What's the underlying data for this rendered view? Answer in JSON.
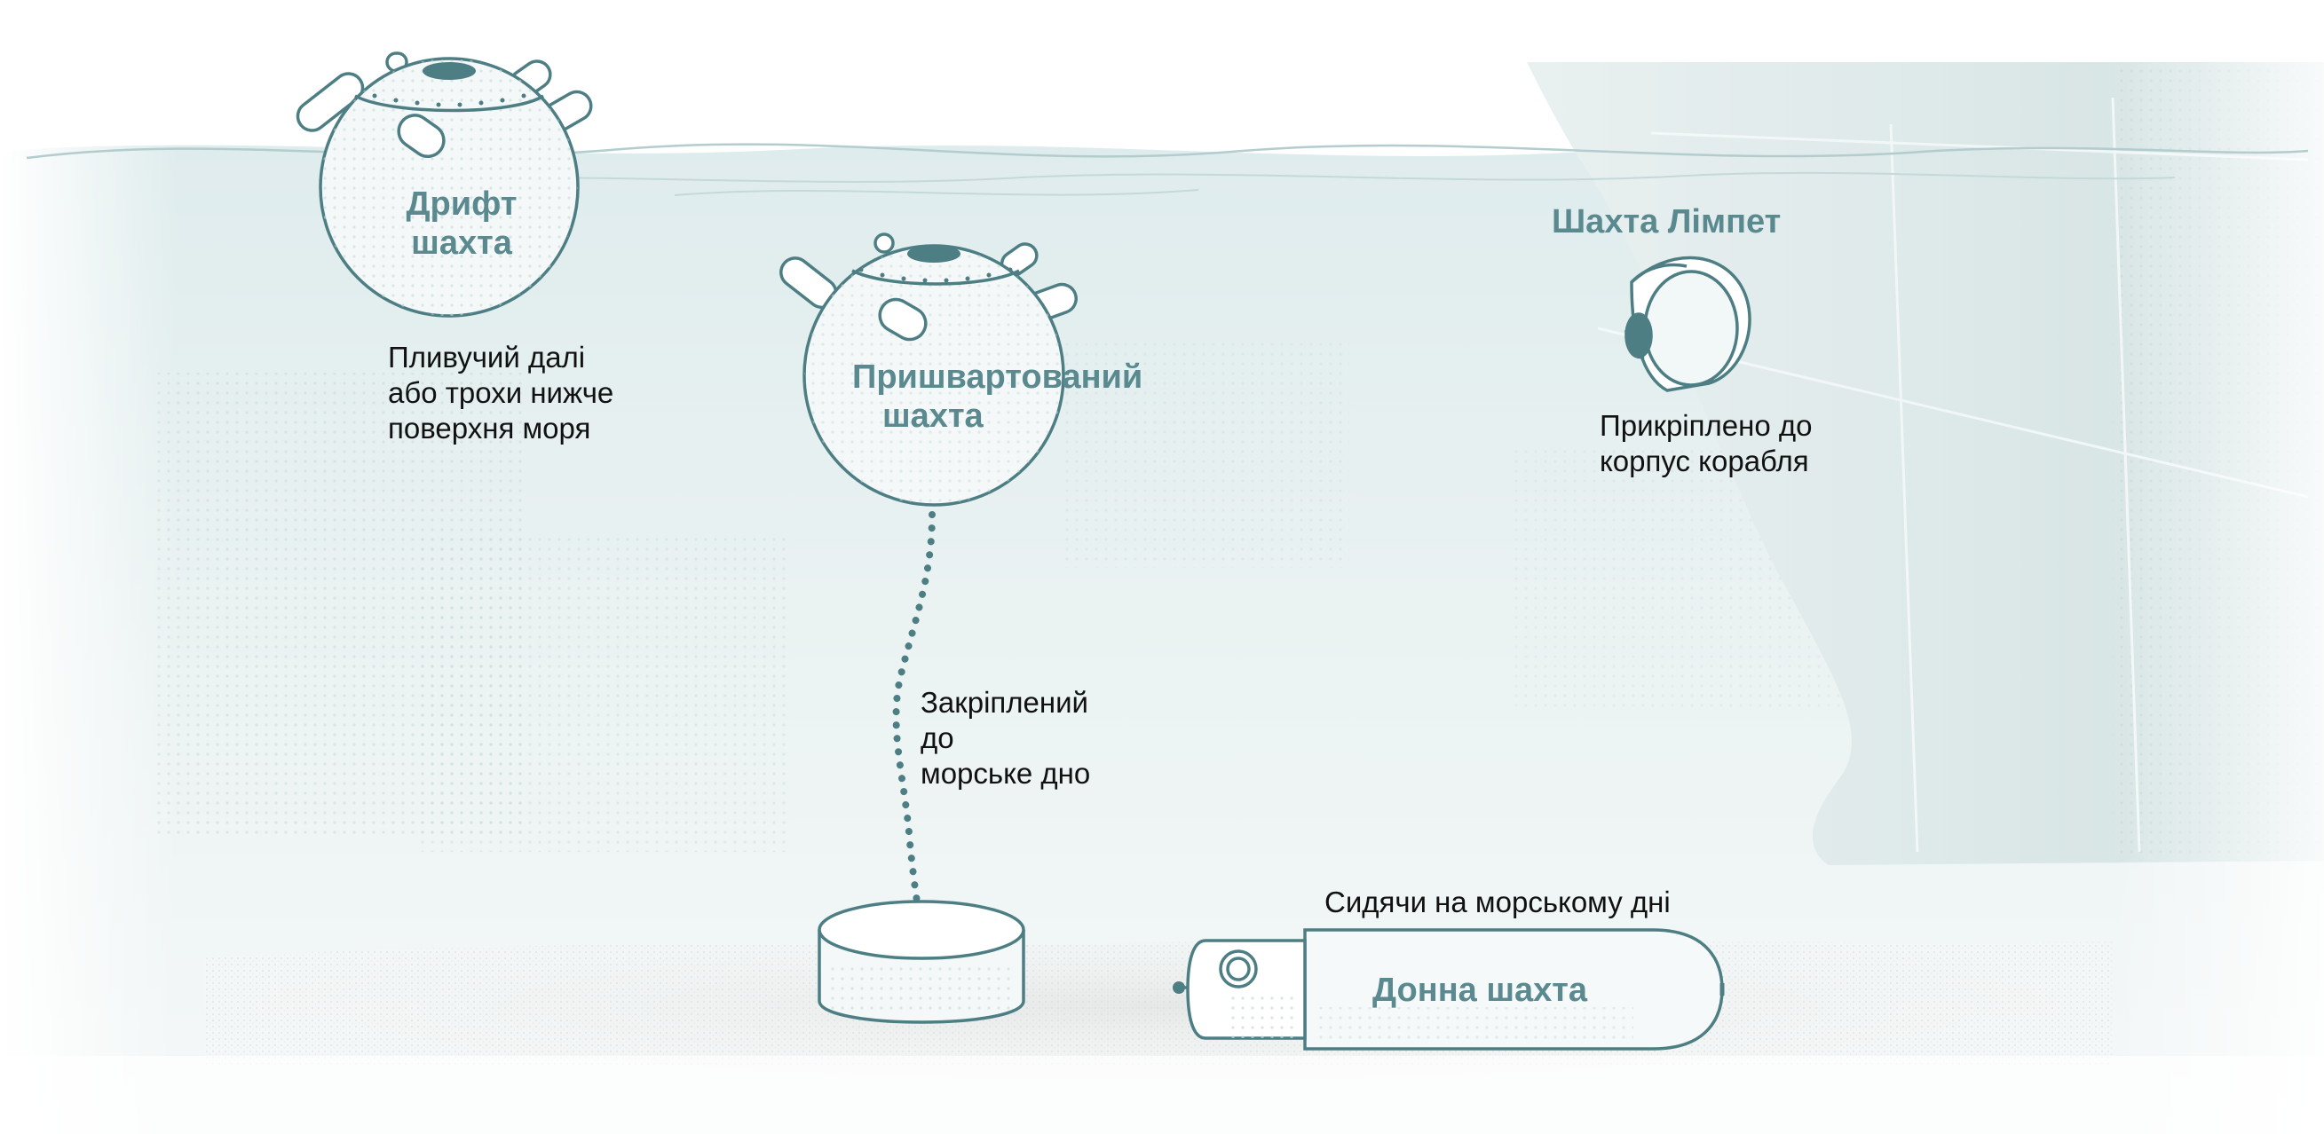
{
  "colors": {
    "accent": "#5a8a8f",
    "stroke": "#4d7e84",
    "water_top": "#e3eeee",
    "water_bottom": "#f3f7f7",
    "hull": "#dbe7e7",
    "seabed": "#eaecec",
    "text": "#111111"
  },
  "drift_mine": {
    "title_lines": [
      "Дрифт",
      "шахта"
    ],
    "desc_lines": [
      "Пливучий далі",
      "або трохи нижче",
      "поверхня моря"
    ]
  },
  "moored_mine": {
    "title_lines": [
      "Пришвартований",
      "шахта"
    ],
    "desc_lines": [
      "Закріплений",
      "до",
      "морське дно"
    ]
  },
  "limpet_mine": {
    "title": "Шахта Лімпет",
    "desc_lines": [
      "Прикріплено до",
      "корпус корабля"
    ]
  },
  "bottom_mine": {
    "title": "Донна шахта",
    "desc": "Сидячи на морському дні"
  }
}
